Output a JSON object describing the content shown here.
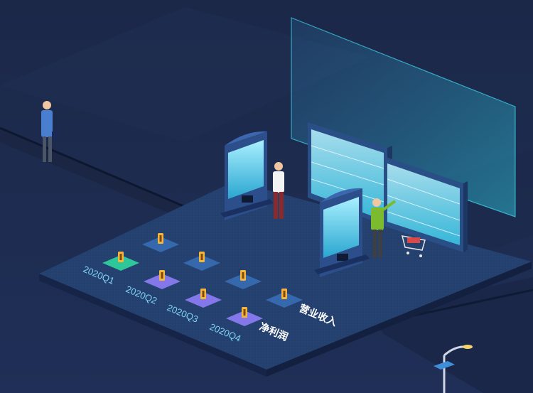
{
  "chart_data": {
    "type": "bar",
    "categories": [
      "2020Q1",
      "2020Q2",
      "2020Q3",
      "2020Q4"
    ],
    "series": [
      {
        "name": "净利润",
        "values": [
          0,
          0,
          0,
          0
        ]
      },
      {
        "name": "营业收入",
        "values": [
          0,
          0,
          0,
          0
        ]
      }
    ]
  },
  "colors": {
    "background": "#1d2b4f",
    "platform": "#24406e",
    "tile_default": "#3a70b8",
    "tile_q1_highlight": "#2fcf9c",
    "tile_profit": "#8a7af0",
    "marker": "#f5b43a",
    "screen_glow": "#2fe0f0"
  },
  "icons": {
    "tile_marker": "coin-marker-icon",
    "street_lamp": "street-lamp-icon",
    "shopping_cart": "shopping-cart-icon"
  }
}
